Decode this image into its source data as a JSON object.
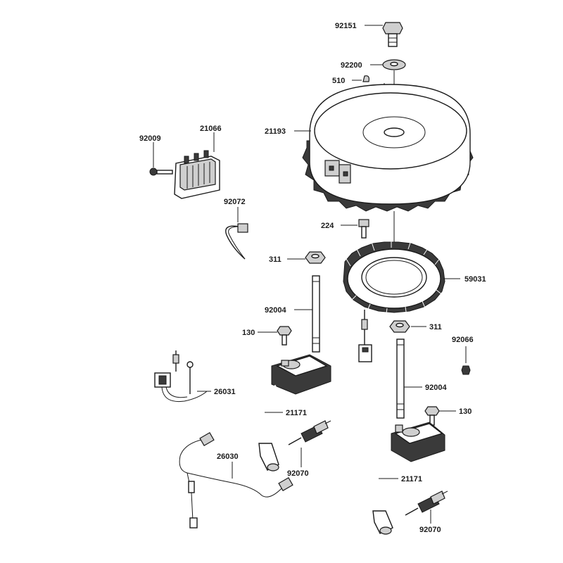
{
  "diagram": {
    "callouts": {
      "c_92151": "92151",
      "c_92200": "92200",
      "c_510": "510",
      "c_21193": "21193",
      "c_21066": "21066",
      "c_92009": "92009",
      "c_92072": "92072",
      "c_224": "224",
      "c_311_top": "311",
      "c_59031": "59031",
      "c_92004_left": "92004",
      "c_130_left": "130",
      "c_311_right": "311",
      "c_92066": "92066",
      "c_26031": "26031",
      "c_92004_right": "92004",
      "c_130_right": "130",
      "c_21171_left": "21171",
      "c_26030": "26030",
      "c_92070_left": "92070",
      "c_21171_right": "21171",
      "c_92070_right": "92070"
    }
  }
}
